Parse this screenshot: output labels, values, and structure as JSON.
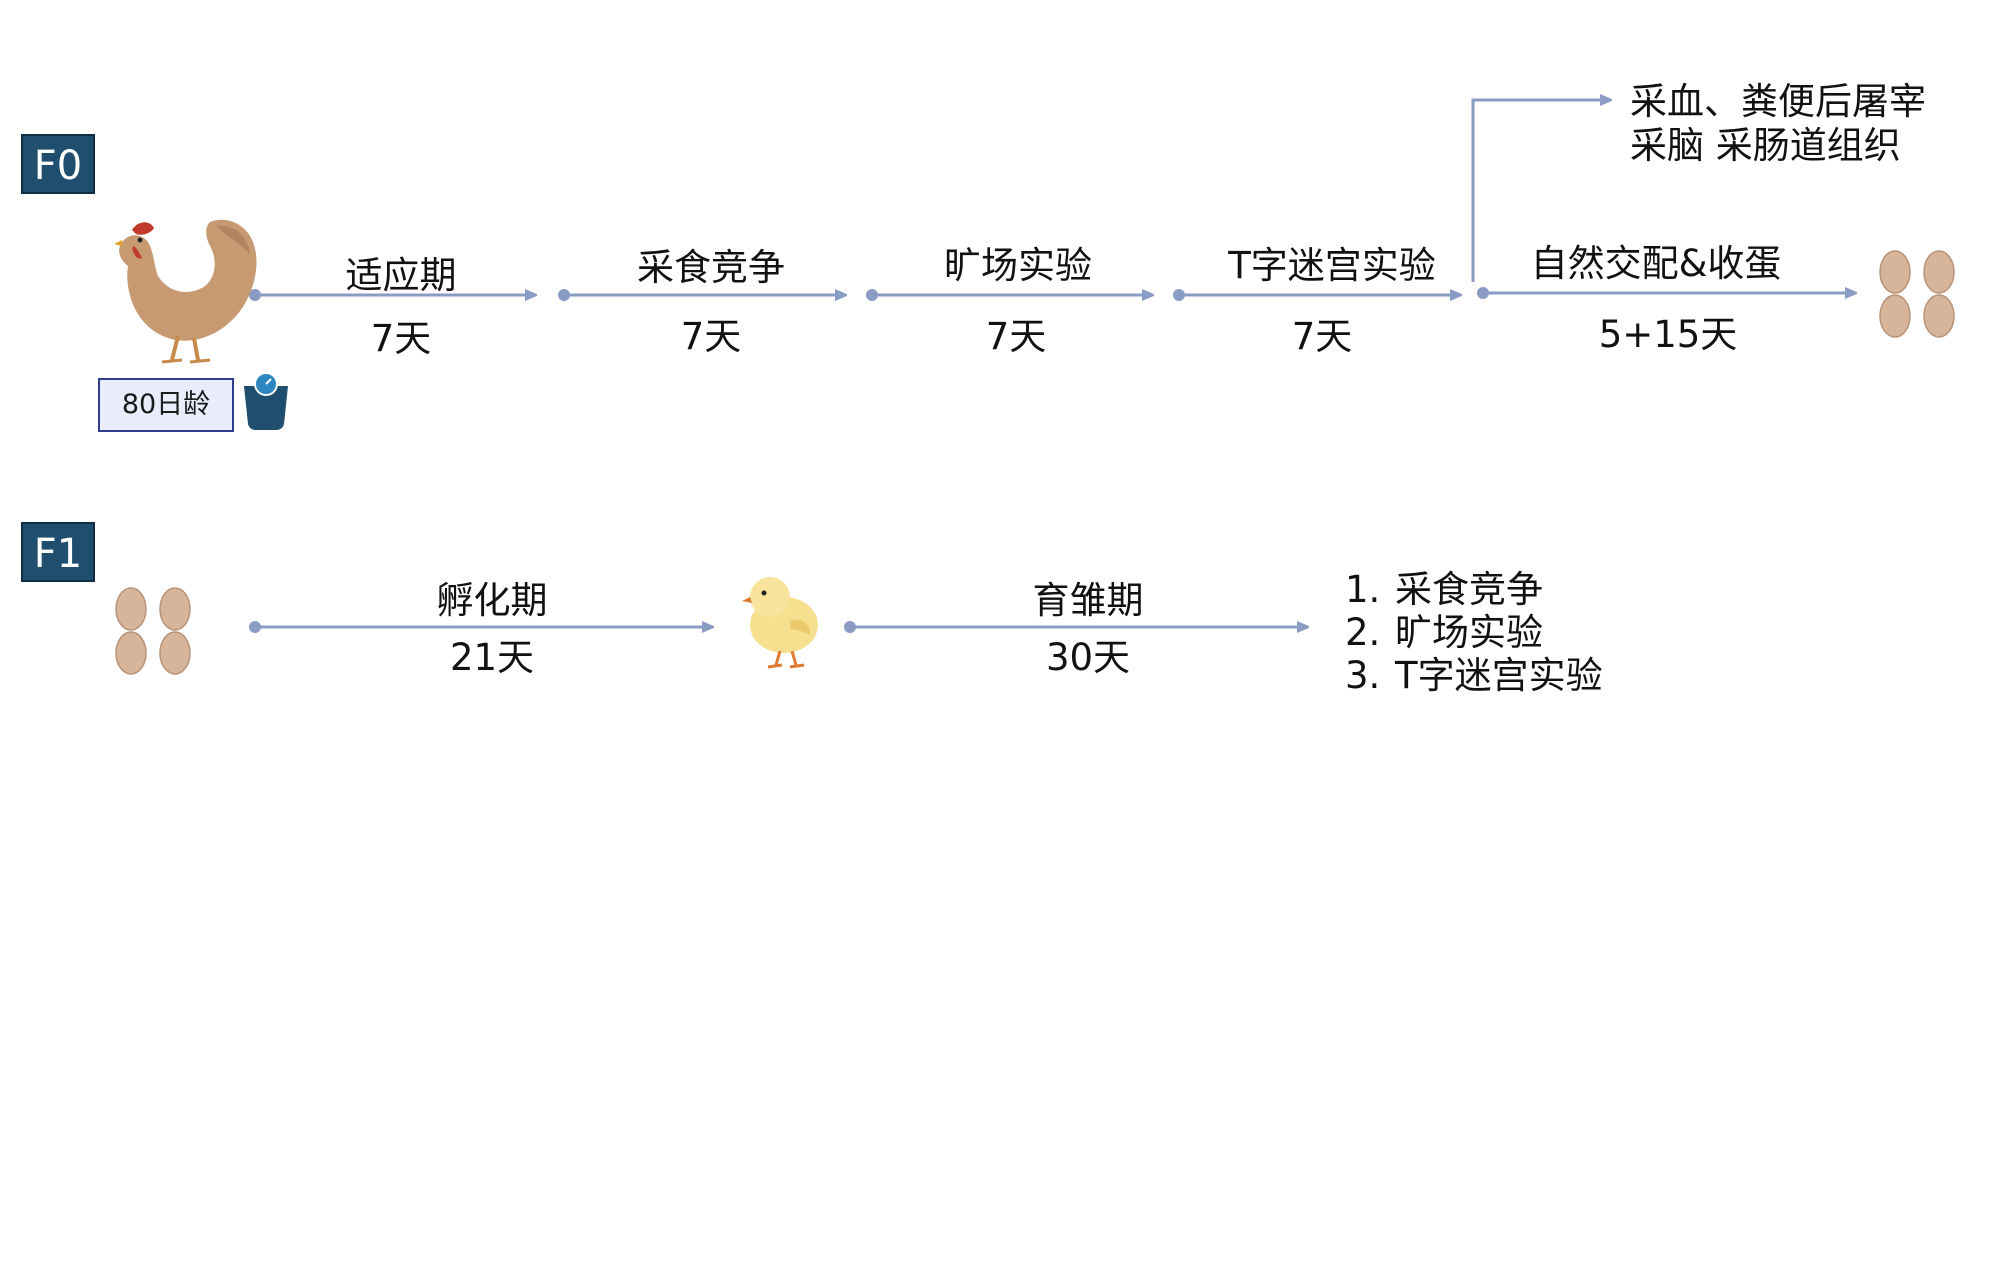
{
  "colors": {
    "arrow": "#8a9bc4",
    "badge_bg": "#1f4e6e",
    "age_box_border": "#2e3e8c",
    "age_box_fill": "#e8ecfb",
    "egg": "#d7b59a",
    "chick": "#f6df8f",
    "hen": "#c79a72"
  },
  "f0": {
    "badge": "F0",
    "age_label": "80日龄",
    "stages": [
      {
        "top": "适应期",
        "bottom": "7天"
      },
      {
        "top": "采食竞争",
        "bottom": "7天"
      },
      {
        "top": "旷场实验",
        "bottom": "7天"
      },
      {
        "top": "T字迷宫实验",
        "bottom": "7天"
      },
      {
        "top": "自然交配&收蛋",
        "bottom": "5+15天"
      }
    ],
    "branch_note": [
      "采血、粪便后屠宰",
      "采脑 采肠道组织"
    ]
  },
  "f1": {
    "badge": "F1",
    "stages": [
      {
        "top": "孵化期",
        "bottom": "21天"
      },
      {
        "top": "育雏期",
        "bottom": "30天"
      }
    ],
    "outcomes": [
      {
        "num": "1.",
        "text": "采食竞争"
      },
      {
        "num": "2.",
        "text": "旷场实验"
      },
      {
        "num": "3.",
        "text": "T字迷宫实验"
      }
    ]
  },
  "icons": [
    "hen-icon",
    "scale-icon",
    "eggs-icon",
    "chick-icon"
  ]
}
